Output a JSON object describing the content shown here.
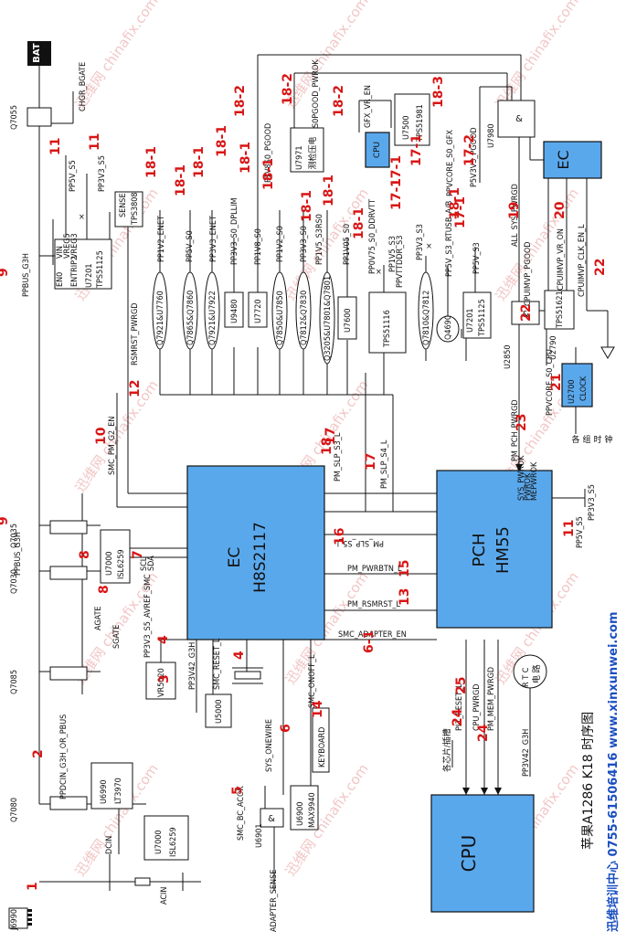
{
  "blocks": {
    "ec_main": {
      "name": "EC",
      "part": "H8S2117"
    },
    "pch_main": {
      "name": "PCH",
      "part": "HM55"
    },
    "cpu_main": "CPU",
    "ec_small": "EC",
    "cpu_small": "CPU",
    "bat": "BAT",
    "tps3808": [
      "SENSE",
      "TPS3808"
    ],
    "u7201_top": [
      "VIN",
      "VREG5",
      "VREG3",
      "EN0",
      "ENTRIP2",
      "U7201",
      "TPS51125"
    ],
    "u7000_top": [
      "U7000",
      "ISL6259"
    ],
    "u7000_bot": [
      "U7000",
      "ISL6259"
    ],
    "vr5020": "VR5020",
    "u5000": "U5000",
    "u6990": [
      "U6990",
      "LT3970"
    ],
    "u6900": [
      "U6900",
      "MAX9940"
    ],
    "u6901_and": "&",
    "keyboard": "KEYBOARD",
    "u9480": "U9480",
    "u7720": "U7720",
    "u7600": "U7600",
    "tps51116": "TPS51116",
    "q4690": "Q4690",
    "u7201_mid": [
      "U7201",
      "TPS51125"
    ],
    "u7971": [
      "U7971",
      "电",
      "压",
      "检",
      "测"
    ],
    "u7500": [
      "U7500",
      "TPS51981"
    ],
    "u7980_and": "&",
    "u2850_and": "&",
    "tps51621": "TPS51621",
    "u2700": [
      "U2700",
      "CLOCK"
    ],
    "rtc": [
      "R T C",
      "电 路"
    ],
    "clk_dest": [
      "各",
      "组",
      "时",
      "钟"
    ],
    "chipset_dest": "各芯片/插槽"
  },
  "refdes": {
    "q7055": "Q7055",
    "q7035": "Q7035",
    "q7030": "Q7030",
    "q7085": "Q7085",
    "q7080": "Q7080",
    "j6990": "J6990",
    "u6901": "U6901",
    "u7980": "U7980",
    "u2850": "U2850",
    "u2790": "U2790"
  },
  "nets": {
    "chgr_bgate": "CHGR_BGATE",
    "ppbus_top": "PPBUS_G3H",
    "ppbus_mid": "PPBUS_G3H",
    "pp5v_s5_top": "PP5V_S5",
    "pp3v3_s5_top": "PP3V3_S5",
    "rsmrst_pwrgd": "RSMRST_PWRGD",
    "smc_pm_g2_en": "SMC_PM_G2_EN",
    "scl": "SCL",
    "sda": "SDA",
    "agate": "AGATE",
    "sgate": "SGATE",
    "pp3v3_s5_avref": "PP3V3_S5_AVREF_SMC",
    "pp3v42_g3h": "PP3V42_G3H",
    "smc_reset": "SMC_RESET_L",
    "ppdcin": "PPDCIN_G3H_OR_PBUS",
    "sys_onewire": "SYS_ONEWIRE",
    "smc_onoff": "SMC_ONOFF_L",
    "smc_bc_acok": "SMC_BC_ACOK",
    "dcin": "DCIN",
    "acin": "ACIN",
    "adapter_sense": "ADAPTER_SENSE",
    "pm_slp_s3": "PM_SLP_S3_L",
    "pm_slp_s4": "PM_SLP_S4_L",
    "pm_slp_s5": "PM_SLP_S5_L",
    "pm_pwrbtn": "PM_PWRBTN_L",
    "pm_rsmrst": "PM_RSMRST_L",
    "smc_adapter_en": "SMC_ADAPTER_EN",
    "pp1v2_enet": "PP1V2_ENET",
    "pp5v_s0": "PP5V_S0",
    "pp3v3_enet": "PP3V3_ENET",
    "pp3v3_s0_dpllim": "PP3V3_S0_DPLLIM",
    "pp1v8_s0": "PP1V8_S0",
    "pp1v2_s0": "PP1V2_S0",
    "pp3v3_s0": "PP3V3_S0",
    "pp1v5_s3rs0": "PP1V5_S3RS0",
    "pp1v05_s0": "PP1V05_S0",
    "pp0v75_s0_ddrvtt": "PP0V75_S0_DDRVTT",
    "pp1v5_s3": "PP1V5_S3",
    "ppvttddr_s3": "PPVTTDDR_S3",
    "pp3v3_s3": "PP3V3_S3",
    "pp5v_s3_rtusb": "PP5V_S3_RTUSB_A/B",
    "pp5v_s3": "PP5V_S3",
    "p1v8s0_pgood": "P1V8S0_PGOOD",
    "s0pgood_pwrok": "S0PGOOD_PWROK",
    "gfx_vr_en": "GFX_VR_EN",
    "ppvcore_s0_gfx": "PPVCORE_S0_GFX",
    "p5v3v3_pgood": "P5V3V3_PGOOD",
    "all_sys_pwrgd": "ALL_SYS_PWRGD",
    "cpuimvp_vr_on": "CPUIMVP_VR_ON",
    "cpuimvp_pgood": "CPUIMVP_PGOOD",
    "cpuimvp_clk_en": "CPUIMVP_CLK_EN_L",
    "ppvcore_s0_cpu": "PPVCORE_S0_CPU",
    "pm_pch_pwrgd": "PM_PCH_PWRGD",
    "pch_pins": [
      "SYS_PWROK",
      "PWROK",
      "MEPWROK"
    ],
    "pp5v_s5_right": "PP5V_S5",
    "pp3v3_s5_right": "PP3V3_S5",
    "plt_reset": "PLT_RESET_L",
    "cpu_pwrgd": "CPU_PWRGD",
    "pm_mem_pwrgd": "PM_MEM_PWRGD",
    "pp3v42_g3h_rtc": "PP3V42_G3H"
  },
  "fets": {
    "q7850": "Q7850&U7850",
    "q7921": "Q7921&U7922",
    "q7865": "Q7865&Q7860",
    "q7921b": "Q7921&U7760",
    "q7812": "Q7812&Q7830",
    "q3205": "Q3205&U7801&Q7801",
    "q7810": "Q7810&Q7812"
  },
  "steps": [
    "1",
    "2",
    "3",
    "4",
    "4",
    "5",
    "6",
    "6-1",
    "7",
    "8",
    "8",
    "9",
    "9",
    "10",
    "11",
    "11",
    "11",
    "12",
    "13",
    "14",
    "15",
    "16",
    "17",
    "17",
    "17-1",
    "17-1",
    "17-1",
    "17-1",
    "17-2",
    "18",
    "18-1",
    "18-1",
    "18-1",
    "18-1",
    "18-1",
    "18-1",
    "18-1",
    "18-1",
    "18-1",
    "18-1",
    "18-2",
    "18-2",
    "18-2",
    "18-3",
    "19",
    "20",
    "21",
    "22",
    "22",
    "23",
    "24",
    "24",
    "25"
  ],
  "title": "苹果A1286 K18 时序图",
  "footer": "迅维培训中心 0755-61506416 www.xinxunwei.com",
  "watermark": "迅维网 chinafix.com",
  "colors": {
    "block": "#5aa8ec",
    "step": "#d81515",
    "footer": "#1a4fc0",
    "watermark": "#f2c6c6"
  }
}
